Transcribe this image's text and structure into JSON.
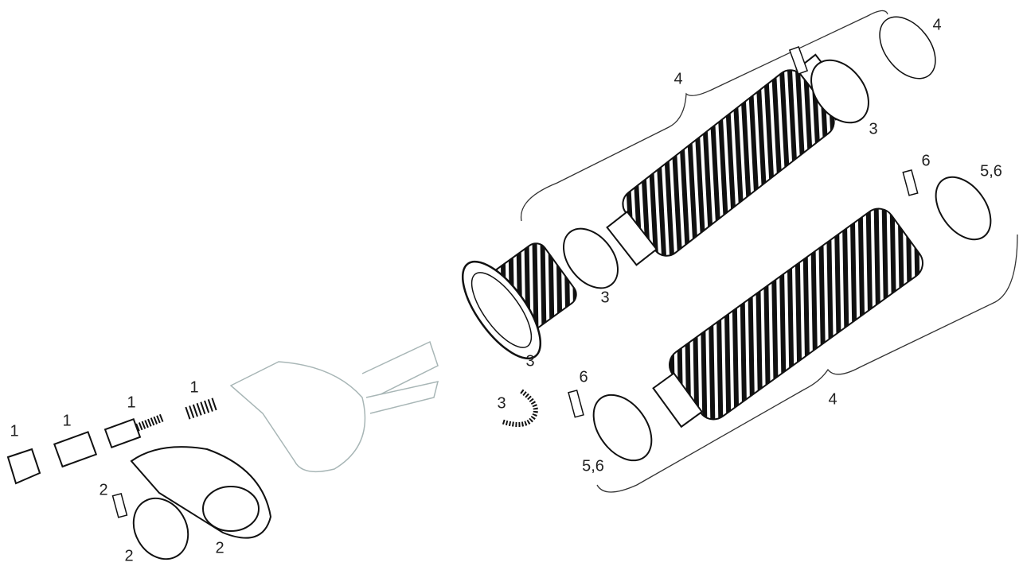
{
  "diagram": {
    "type": "exploded-parts-view",
    "callouts": [
      "1",
      "1",
      "1",
      "1",
      "2",
      "2",
      "2",
      "3",
      "3",
      "3",
      "3",
      "4",
      "4",
      "4",
      "6",
      "5,6",
      "6",
      "5,6"
    ]
  }
}
